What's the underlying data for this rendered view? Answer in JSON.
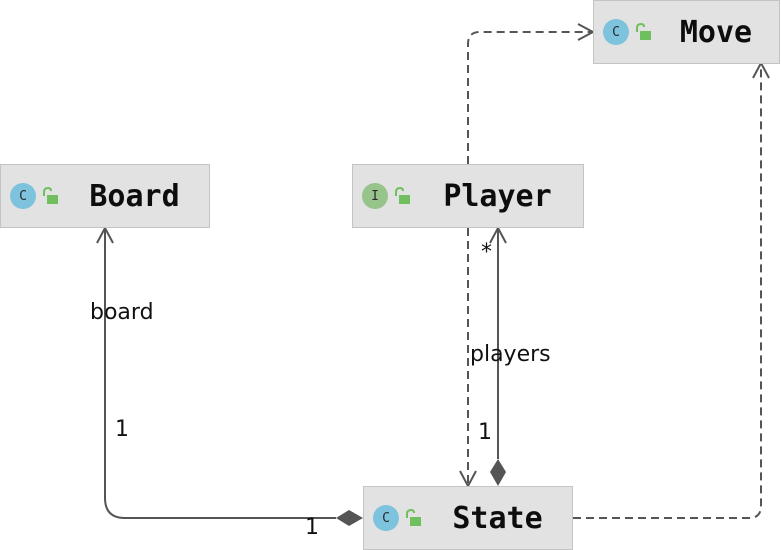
{
  "nodes": {
    "move": {
      "name": "Move",
      "stereotype": "C"
    },
    "board": {
      "name": "Board",
      "stereotype": "C"
    },
    "player": {
      "name": "Player",
      "stereotype": "I"
    },
    "state": {
      "name": "State",
      "stereotype": "C"
    }
  },
  "edges": {
    "state_board": {
      "role": "board",
      "source_multiplicity": "1",
      "target_multiplicity": "1"
    },
    "state_players": {
      "role": "players",
      "source_multiplicity": "1",
      "target_multiplicity": "*"
    }
  },
  "colors": {
    "class_badge": "#7ec3de",
    "interface_badge": "#97c48a",
    "visibility_lock": "#6fbf5e",
    "edge": "#555555",
    "node_fill": "#e2e2e2"
  }
}
